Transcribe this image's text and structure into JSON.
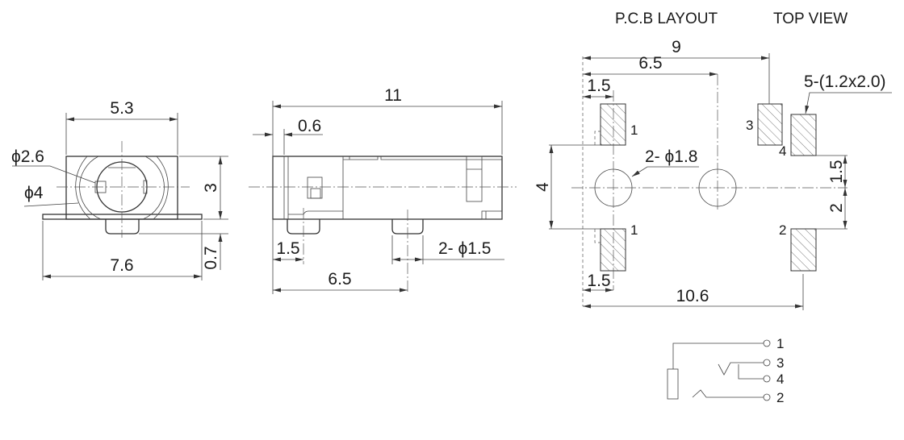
{
  "front_view": {
    "width_top": "5.3",
    "width_bottom": "7.6",
    "height": "3",
    "pin_height": "0.7",
    "inner_diameter": "ϕ2.6",
    "outer_diameter": "ϕ4"
  },
  "side_view": {
    "length": "11",
    "front_offset": "0.6",
    "pin_offset": "1.5",
    "pin_spacing": "6.5",
    "pin_diameter": "2- ϕ1.5"
  },
  "pcb_layout": {
    "title": "P.C.B LAYOUT",
    "subtitle": "TOP VIEW",
    "dim_9": "9",
    "dim_6_5": "6.5",
    "dim_1_5_top": "1.5",
    "dim_1_5_bottom": "1.5",
    "dim_10_6": "10.6",
    "dim_4": "4",
    "dim_1_5_right": "1.5",
    "dim_2_right": "2",
    "hole_note": "2- ϕ1.8",
    "pad_note": "5-(1.2x2.0)",
    "pad_labels": [
      "1",
      "1",
      "3",
      "4",
      "2"
    ]
  },
  "schematic": {
    "pins": [
      "1",
      "3",
      "4",
      "2"
    ]
  }
}
